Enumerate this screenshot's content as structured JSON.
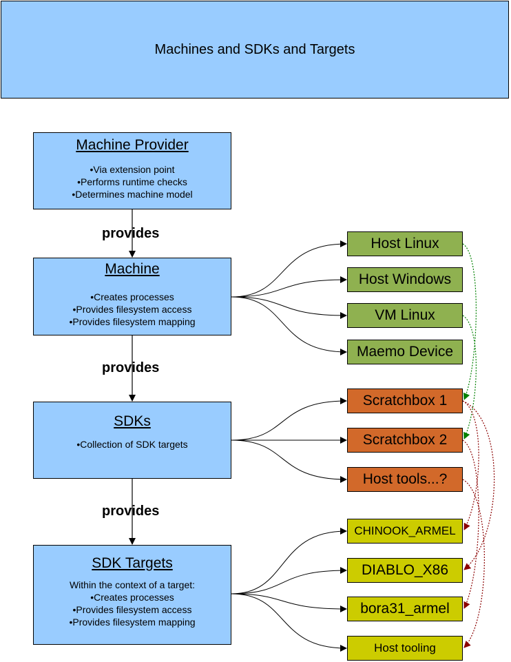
{
  "title": "Machines and SDKs and Targets",
  "stack": {
    "machine_provider": {
      "title": "Machine Provider",
      "lines": [
        "•Via extension point",
        "•Performs runtime checks",
        "•Determines machine model"
      ]
    },
    "machine": {
      "title": "Machine",
      "lines": [
        "•Creates processes",
        "•Provides filesystem access",
        "•Provides filesystem mapping"
      ]
    },
    "sdks": {
      "title": "SDKs",
      "lines": [
        "•Collection of SDK targets"
      ]
    },
    "sdk_targets": {
      "title": "SDK Targets",
      "lines": [
        "Within the context of a target:",
        "•Creates processes",
        "•Provides filesystem access",
        "•Provides filesystem mapping"
      ]
    }
  },
  "connectors": [
    "provides",
    "provides",
    "provides"
  ],
  "machines": [
    "Host Linux",
    "Host Windows",
    "VM Linux",
    "Maemo Device"
  ],
  "sdks": [
    "Scratchbox 1",
    "Scratchbox 2",
    "Host tools...?"
  ],
  "targets": [
    "CHINOOK_ARMEL",
    "DIABLO_X86",
    "bora31_armel",
    "Host tooling"
  ],
  "colors": {
    "box_fill": "#99ccff",
    "machine_fill": "#8fb150",
    "sdk_fill": "#d2692a",
    "target_fill": "#cccc00",
    "machine_to_sdk_link": "#008000",
    "sdk_to_target_link": "#8b0000"
  }
}
